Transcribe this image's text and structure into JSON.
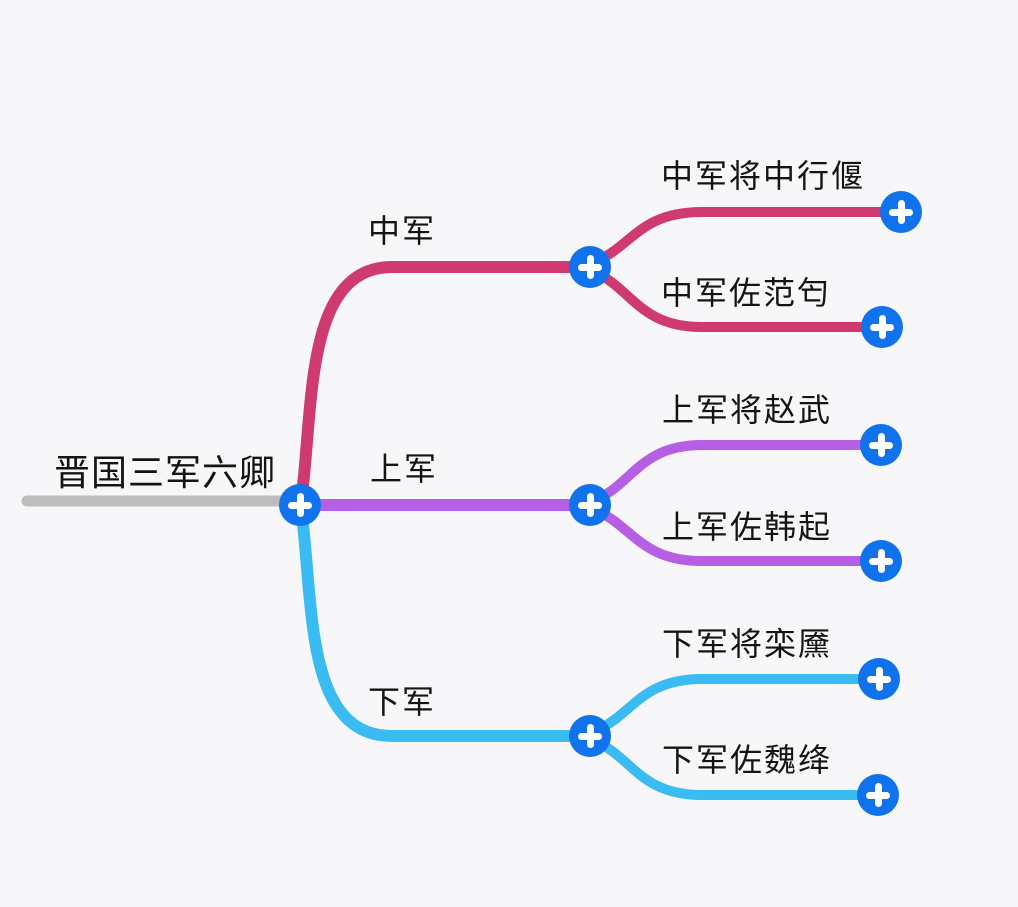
{
  "app": {
    "background": "#F7F6F8",
    "text_color": "#141414"
  },
  "colors": {
    "root_underline": "#BDBDBD",
    "middle_army": "#CF3A70",
    "upper_army": "#B65FE4",
    "lower_army": "#3ABCF2",
    "add_button": "#1173EC",
    "plus_glyph": "#FFFFFF"
  },
  "mindmap": {
    "root": {
      "label": "晋国三军六卿"
    },
    "branches": [
      {
        "label": "中军",
        "color": "#CF3A70",
        "children": [
          {
            "label": "中军将中行偃"
          },
          {
            "label": "中军佐范匄"
          }
        ]
      },
      {
        "label": "上军",
        "color": "#B65FE4",
        "children": [
          {
            "label": "上军将赵武"
          },
          {
            "label": "上军佐韩起"
          }
        ]
      },
      {
        "label": "下军",
        "color": "#3ABCF2",
        "children": [
          {
            "label": "下军将栾黡"
          },
          {
            "label": "下军佐魏绛"
          }
        ]
      }
    ]
  }
}
